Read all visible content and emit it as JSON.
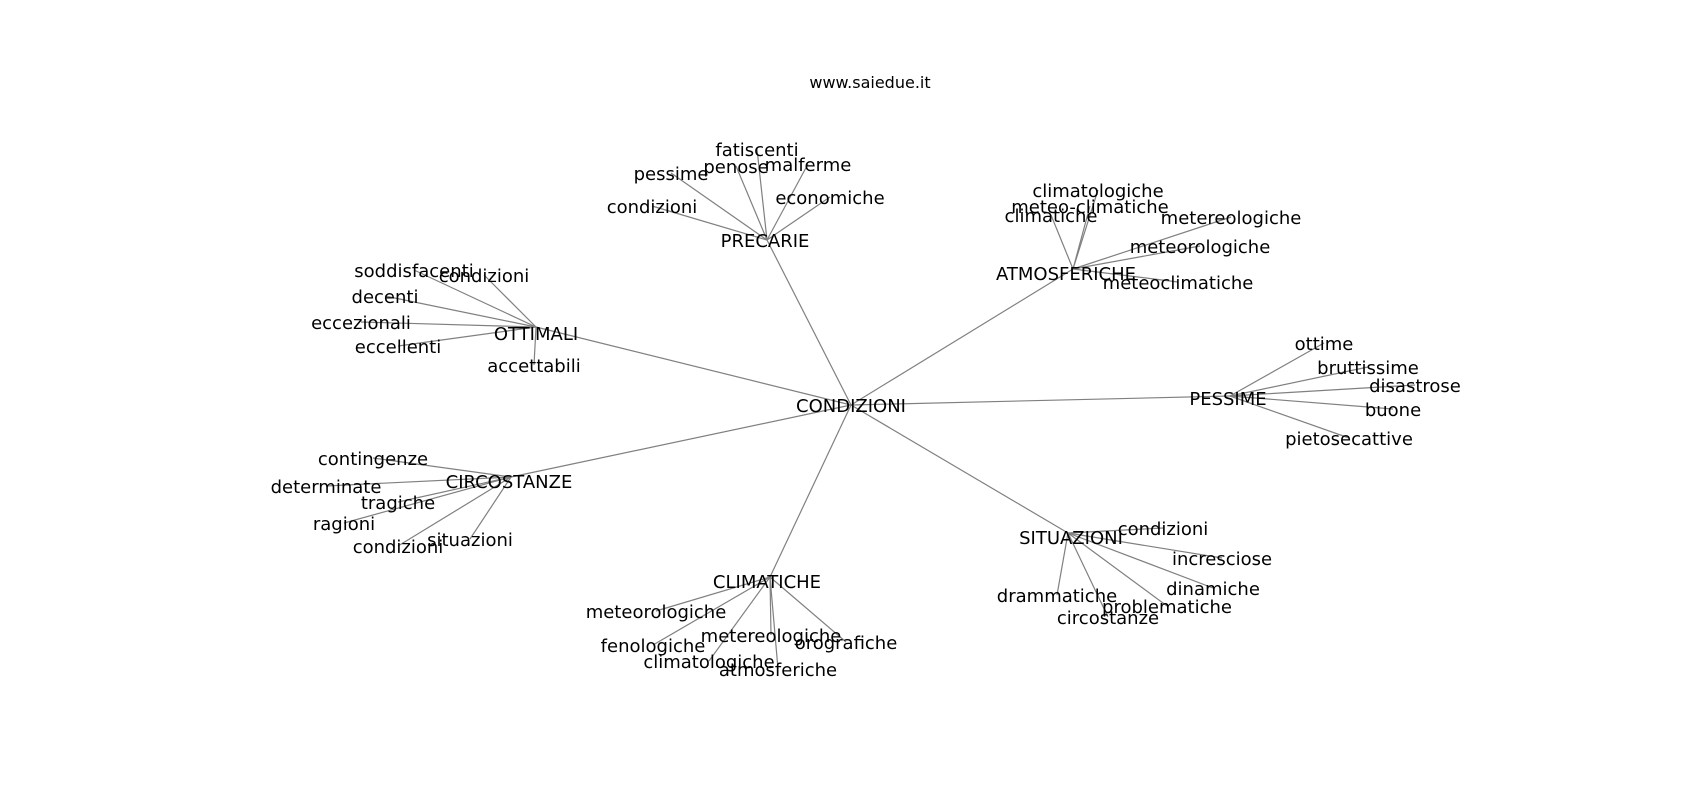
{
  "header": {
    "site": "www.saiedue.it"
  },
  "graph": {
    "edge_color": "#808080",
    "text_color": "#000000",
    "root": "CONDIZIONI",
    "hubs": [
      {
        "label": "PRECARIE",
        "leaves": [
          "fatiscenti",
          "pessime",
          "penose",
          "malferme",
          "economiche",
          "condizioni"
        ]
      },
      {
        "label": "ATMOSFERICHE",
        "leaves": [
          "climatologiche",
          "climatiche",
          "meteo-climatiche",
          "metereologiche",
          "meteorologiche",
          "meteoclimatiche"
        ]
      },
      {
        "label": "OTTIMALI",
        "leaves": [
          "soddisfacenti",
          "condizioni",
          "decenti",
          "eccezionali",
          "eccellenti",
          "accettabili"
        ]
      },
      {
        "label": "PESSIME",
        "leaves": [
          "ottime",
          "bruttissime",
          "disastrose",
          "buone",
          "pietosecattive"
        ]
      },
      {
        "label": "CIRCOSTANZE",
        "leaves": [
          "contingenze",
          "determinate",
          "tragiche",
          "ragioni",
          "condizioni",
          "situazioni"
        ]
      },
      {
        "label": "SITUAZIONI",
        "leaves": [
          "condizioni",
          "incresciose",
          "dinamiche",
          "drammatiche",
          "problematiche",
          "circostanze"
        ]
      },
      {
        "label": "CLIMATICHE",
        "leaves": [
          "meteorologiche",
          "fenologiche",
          "metereologiche",
          "orografiche",
          "climatologiche",
          "atmosferiche"
        ]
      }
    ]
  }
}
